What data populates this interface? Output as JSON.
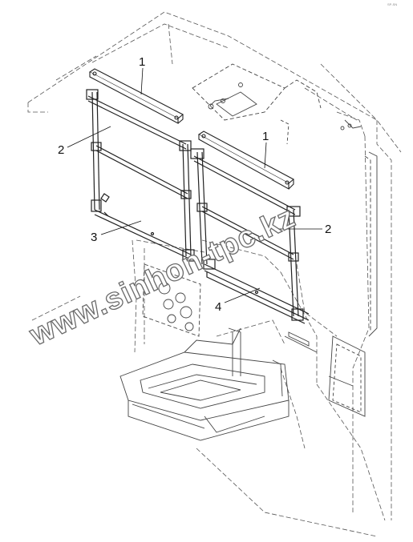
{
  "callouts": {
    "c1_left": "1",
    "c1_right": "1",
    "c2_left": "2",
    "c2_right": "2",
    "c3": "3",
    "c4": "4"
  },
  "watermark": "www.sinhon-tpc.kz",
  "corner_tag": "SP-SN"
}
